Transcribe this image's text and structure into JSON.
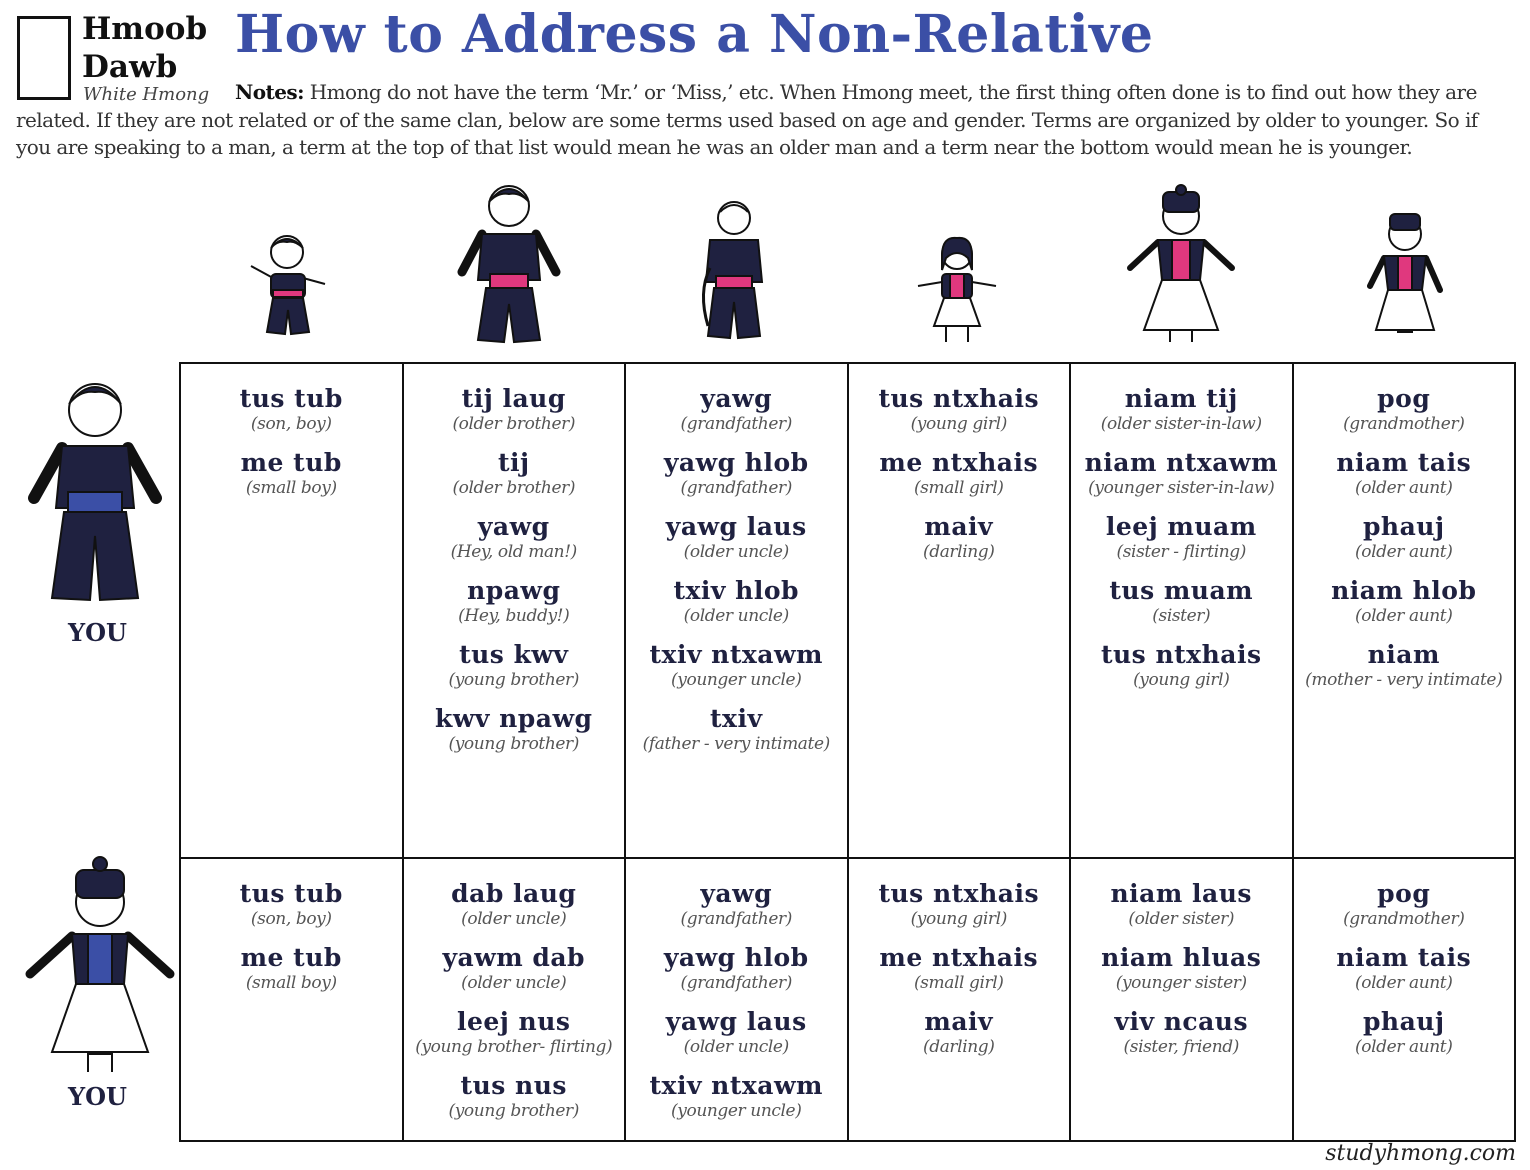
{
  "brand": {
    "line1": "Hmoob",
    "line2": "Dawb",
    "sub": "White Hmong"
  },
  "title": "How to Address a Non-Relative",
  "notes": {
    "label": "Notes:",
    "text": "Hmong do not have the term ‘Mr.’ or ‘Miss,’ etc. When Hmong meet, the first thing often done is to find out how they are related. If they are not related or of the same clan, below are some terms used based on age and gender. Terms are organized by older to younger. So if you are speaking to a man, a term at the top of that list would mean he was an older man and a term near the bottom would mean he is younger."
  },
  "you_label": "YOU",
  "footer": "studyhmong.com",
  "colors": {
    "title": "#3b4fa6",
    "navy": "#1f2140",
    "pink": "#e0387e",
    "blue": "#3b4fa6"
  },
  "columns": [
    "young-boy",
    "man",
    "old-man",
    "young-girl",
    "woman",
    "old-woman"
  ],
  "rows": [
    {
      "speaker": "man",
      "cells": [
        [
          {
            "term": "tus tub",
            "gloss": "(son, boy)"
          },
          {
            "term": "me tub",
            "gloss": "(small boy)"
          }
        ],
        [
          {
            "term": "tij laug",
            "gloss": "(older brother)"
          },
          {
            "term": "tij",
            "gloss": "(older brother)"
          },
          {
            "term": "yawg",
            "gloss": "(Hey, old man!)"
          },
          {
            "term": "npawg",
            "gloss": "(Hey, buddy!)"
          },
          {
            "term": "tus kwv",
            "gloss": "(young brother)"
          },
          {
            "term": "kwv npawg",
            "gloss": "(young brother)"
          }
        ],
        [
          {
            "term": "yawg",
            "gloss": "(grandfather)"
          },
          {
            "term": "yawg hlob",
            "gloss": "(grandfather)"
          },
          {
            "term": "yawg laus",
            "gloss": "(older uncle)"
          },
          {
            "term": "txiv hlob",
            "gloss": "(older uncle)"
          },
          {
            "term": "txiv ntxawm",
            "gloss": "(younger uncle)"
          },
          {
            "term": "txiv",
            "gloss": "(father - very intimate)"
          }
        ],
        [
          {
            "term": "tus ntxhais",
            "gloss": "(young girl)"
          },
          {
            "term": "me ntxhais",
            "gloss": "(small girl)"
          },
          {
            "term": "maiv",
            "gloss": "(darling)"
          }
        ],
        [
          {
            "term": "niam tij",
            "gloss": "(older sister-in-law)"
          },
          {
            "term": "niam ntxawm",
            "gloss": "(younger sister-in-law)"
          },
          {
            "term": "leej muam",
            "gloss": "(sister - flirting)"
          },
          {
            "term": "tus muam",
            "gloss": "(sister)"
          },
          {
            "term": "tus ntxhais",
            "gloss": "(young girl)"
          }
        ],
        [
          {
            "term": "pog",
            "gloss": "(grandmother)"
          },
          {
            "term": "niam tais",
            "gloss": "(older aunt)"
          },
          {
            "term": "phauj",
            "gloss": "(older aunt)"
          },
          {
            "term": "niam hlob",
            "gloss": "(older aunt)"
          },
          {
            "term": "niam",
            "gloss": "(mother - very intimate)"
          }
        ]
      ]
    },
    {
      "speaker": "woman",
      "cells": [
        [
          {
            "term": "tus tub",
            "gloss": "(son, boy)"
          },
          {
            "term": "me tub",
            "gloss": "(small boy)"
          }
        ],
        [
          {
            "term": "dab laug",
            "gloss": "(older uncle)"
          },
          {
            "term": "yawm dab",
            "gloss": "(older uncle)"
          },
          {
            "term": "leej nus",
            "gloss": "(young brother- flirting)"
          },
          {
            "term": "tus nus",
            "gloss": "(young brother)"
          }
        ],
        [
          {
            "term": "yawg",
            "gloss": "(grandfather)"
          },
          {
            "term": "yawg hlob",
            "gloss": "(grandfather)"
          },
          {
            "term": "yawg laus",
            "gloss": "(older uncle)"
          },
          {
            "term": "txiv ntxawm",
            "gloss": "(younger uncle)"
          }
        ],
        [
          {
            "term": "tus ntxhais",
            "gloss": "(young girl)"
          },
          {
            "term": "me ntxhais",
            "gloss": "(small girl)"
          },
          {
            "term": "maiv",
            "gloss": "(darling)"
          }
        ],
        [
          {
            "term": "niam laus",
            "gloss": "(older sister)"
          },
          {
            "term": "niam hluas",
            "gloss": "(younger sister)"
          },
          {
            "term": "viv ncaus",
            "gloss": "(sister, friend)"
          }
        ],
        [
          {
            "term": "pog",
            "gloss": "(grandmother)"
          },
          {
            "term": "niam tais",
            "gloss": "(older aunt)"
          },
          {
            "term": "phauj",
            "gloss": "(older aunt)"
          }
        ]
      ]
    }
  ]
}
